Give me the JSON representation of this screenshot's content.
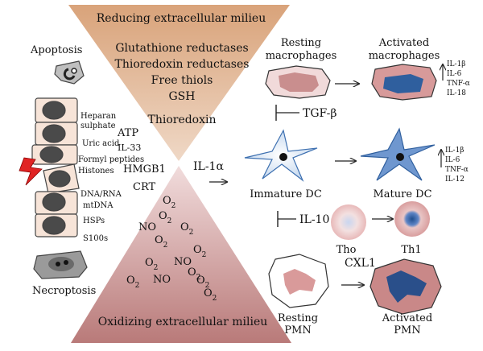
{
  "triangle_top": {
    "title": "Reducing extracellular milieu",
    "items": [
      "Glutathione reductases",
      "Thioredoxin reductases",
      "Free thiols",
      "GSH",
      "Thioredoxin"
    ]
  },
  "triangle_bottom": {
    "title": "Oxidizing extracellular milieu",
    "molecules": [
      "O2",
      "O2",
      "NO",
      "O2",
      "O2",
      "NO",
      "O2",
      "O2",
      "NO",
      "O2",
      "O2",
      "O2"
    ]
  },
  "cell_death": {
    "apoptosis": "Apoptosis",
    "necroptosis": "Necroptosis"
  },
  "damps": {
    "side": [
      "Heparan",
      "sulphate",
      "Uric acid",
      "Formyl peptides",
      "Histones",
      "DNA/RNA",
      "mtDNA",
      "HSPs",
      "S100s"
    ],
    "center": [
      "ATP",
      "IL-33",
      "HMGB1",
      "CRT"
    ]
  },
  "cytokine_center": "IL-1α",
  "macrophages": {
    "resting": [
      "Resting",
      "macrophages"
    ],
    "activated": [
      "Activated",
      "macrophages"
    ],
    "up_list": [
      "IL-1β",
      "IL-6",
      "TNF-α",
      "IL-18"
    ],
    "inhibitor": "TGF-β"
  },
  "dc": {
    "immature": "Immature DC",
    "mature": "Mature DC",
    "up_list": [
      "IL-1β",
      "IL-6",
      "TNF-α",
      "IL-12"
    ],
    "inhibitor": "IL-10"
  },
  "t_cells": {
    "th0": "Tho",
    "th1": "Th1"
  },
  "pmn": {
    "signal": "CXL1",
    "resting": [
      "Resting",
      "PMN"
    ],
    "activated": [
      "Activated",
      "PMN"
    ]
  },
  "colors": {
    "triangle_top": "#e3b893",
    "triangle_bottom": "#c98c8a",
    "cell_blue": "#dbe8f5",
    "cell_blue_dark": "#3c6fb0",
    "pink": "#e6b3b3",
    "activated_blue": "#2f5f9e"
  }
}
